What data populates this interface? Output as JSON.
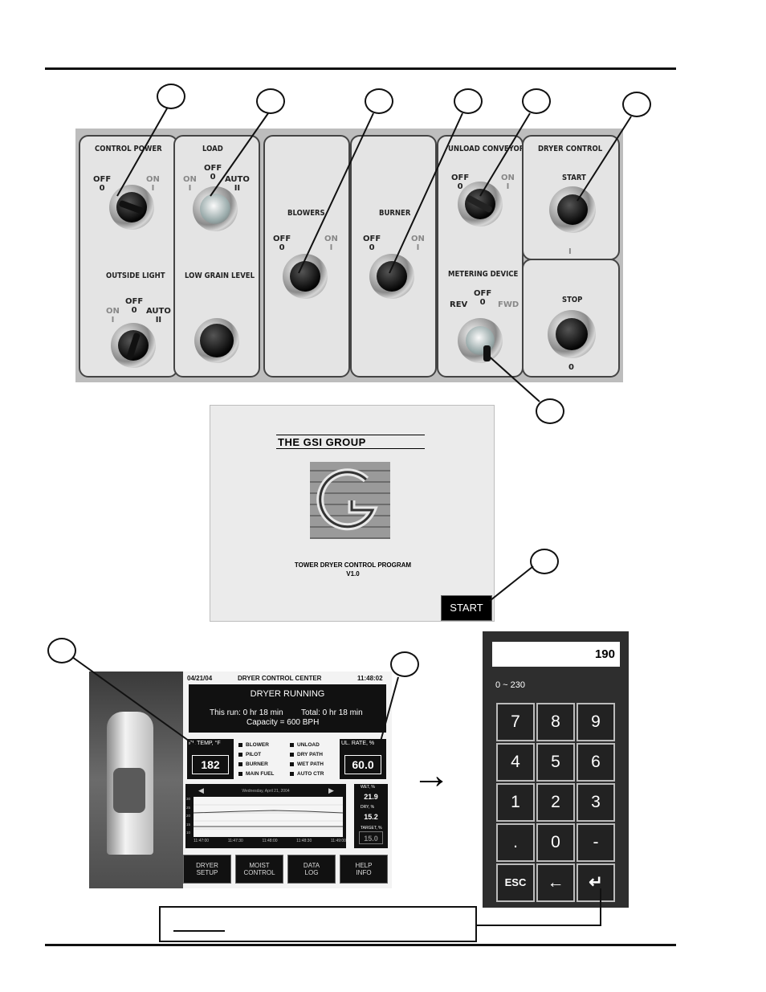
{
  "control_panel": {
    "control_power": {
      "title": "CONTROL POWER",
      "off": "OFF\n0",
      "on": "ON\nI"
    },
    "outside_light": {
      "title": "OUTSIDE LIGHT",
      "on": "ON\nI",
      "off": "OFF\n0",
      "auto": "AUTO\nII"
    },
    "load": {
      "title": "LOAD",
      "on": "ON\nI",
      "off": "OFF\n0",
      "auto": "AUTO\nII"
    },
    "low_grain_level": {
      "title": "LOW GRAIN LEVEL"
    },
    "blowers": {
      "title": "BLOWERS",
      "off": "OFF\n0",
      "on": "ON\nI"
    },
    "burner": {
      "title": "BURNER",
      "off": "OFF\n0",
      "on": "ON\nI"
    },
    "unload_conveyor": {
      "title": "UNLOAD CONVEYOR",
      "off": "OFF\n0",
      "on": "ON\nI"
    },
    "metering_device": {
      "title": "METERING DEVICE",
      "rev": "REV",
      "off": "OFF\n0",
      "fwd": "FWD"
    },
    "dryer_control": {
      "title": "DRYER CONTROL",
      "start": "START",
      "start_pos": "I",
      "stop": "STOP",
      "stop_pos": "0"
    }
  },
  "splash": {
    "company": "THE GSI GROUP",
    "program": "TOWER DRYER CONTROL PROGRAM",
    "version": "V1.0",
    "start_button": "START"
  },
  "dryer_control_center": {
    "date": "04/21/04",
    "title": "DRYER CONTROL CENTER",
    "time": "11:48:02",
    "status": "DRYER RUNNING",
    "this_run": "This run: 0 hr 18 min",
    "total": "Total: 0 hr 18 min",
    "capacity": "Capacity = 600 BPH",
    "plenum_label": "PL TEMP, °F",
    "plenum_value": "182",
    "unload_label": "UL. RATE, %",
    "unload_value": "60.0",
    "indicators_left": [
      "BLOWER",
      "PILOT",
      "BURNER",
      "MAIN FUEL"
    ],
    "indicators_right": [
      "UNLOAD",
      "DRY PATH",
      "WET PATH",
      "AUTO CTR"
    ],
    "trend_date": "Wednesday, April 21, 2004",
    "trend_y_ticks": [
      "30",
      "25",
      "20",
      "15",
      "10"
    ],
    "trend_x_ticks": [
      "11:47:00",
      "11:47:30",
      "11:48:00",
      "11:48:30",
      "11:49:00"
    ],
    "readouts": [
      {
        "label": "WET, %",
        "value": "21.9"
      },
      {
        "label": "DRY, %",
        "value": "15.2"
      },
      {
        "label": "TARGET, %",
        "value": "15.0"
      }
    ],
    "nav_buttons": [
      "DRYER\nSETUP",
      "MOIST\nCONTROL",
      "DATA\nLOG",
      "HELP\nINFO"
    ]
  },
  "keypad": {
    "display_value": "190",
    "range": "0 ~ 230",
    "keys": [
      "7",
      "8",
      "9",
      "4",
      "5",
      "6",
      "1",
      "2",
      "3",
      ".",
      "0",
      "-",
      "ESC",
      "←",
      "↵"
    ]
  }
}
